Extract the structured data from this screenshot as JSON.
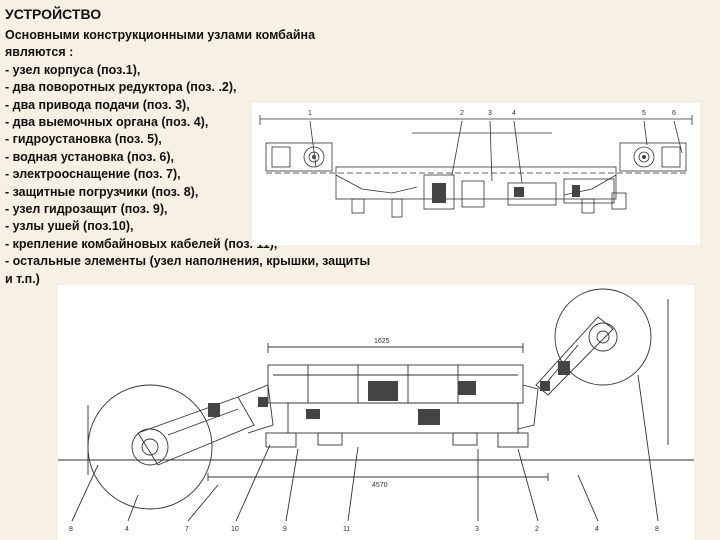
{
  "slide": {
    "title": "УСТРОЙСТВО",
    "lines": [
      "Основными конструкционными узлами комбайна",
      "являются :",
      "- узел корпуса (поз.1),",
      "- два поворотных редуктора (поз. .2),",
      "- два привода подачи (поз. 3),",
      "- два выемочных органа (поз. 4),",
      "- гидроустановка (поз. 5),",
      "- водная установка (поз. 6),",
      "- электрооснащение (поз. 7),",
      "- защитные погрузчики (поз. 8),",
      "- узел гидрозащит (поз. 9),",
      "- узлы ушей (поз.10),",
      "- крепление комбайновых кабелей (поз. 11),",
      "- остальные элементы (узел наполнения, крышки, защиты",
      "и т.п.)"
    ]
  },
  "drawings": {
    "top": {
      "callouts": [
        "1",
        "2",
        "3",
        "4",
        "5",
        "6"
      ]
    },
    "bottom": {
      "callouts": [
        "8",
        "4",
        "7",
        "10",
        "9",
        "11",
        "3",
        "2",
        "4",
        "8"
      ],
      "dimensions": [
        "1625",
        "4570"
      ]
    }
  }
}
